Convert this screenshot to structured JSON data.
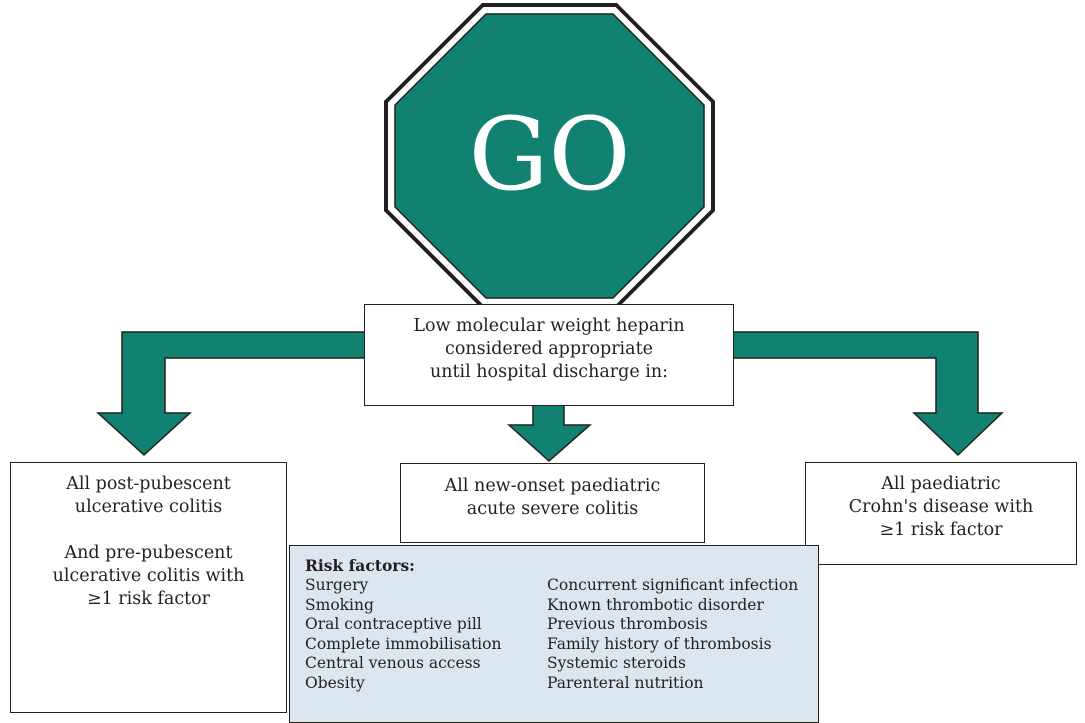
{
  "sign_text": "GO",
  "colors": {
    "sign_fill": "#128270",
    "arrow_fill": "#128270",
    "outline": "#231f20",
    "risk_box_fill": "#dce6f1"
  },
  "lmwh_box": {
    "lines": [
      "Low molecular weight heparin",
      "considered appropriate",
      "until hospital discharge in:"
    ]
  },
  "left_box": {
    "lines_top": [
      "All post-pubescent",
      "ulcerative colitis"
    ],
    "lines_bottom": [
      "And pre-pubescent",
      "ulcerative colitis with",
      "≥1 risk factor"
    ]
  },
  "center_box": {
    "lines": [
      "All new-onset paediatric",
      "acute severe colitis"
    ]
  },
  "right_box": {
    "lines": [
      "All paediatric",
      "Crohn's disease with",
      "≥1 risk factor"
    ]
  },
  "risk_factors": {
    "title": "Risk factors:",
    "left": [
      "Surgery",
      "Smoking",
      "Oral contraceptive pill",
      "Complete immobilisation",
      "Central venous access",
      "Obesity"
    ],
    "right": [
      "Concurrent significant infection",
      "Known thrombotic disorder",
      "Previous thrombosis",
      "Family history of thrombosis",
      "Systemic steroids",
      "Parenteral nutrition"
    ]
  }
}
